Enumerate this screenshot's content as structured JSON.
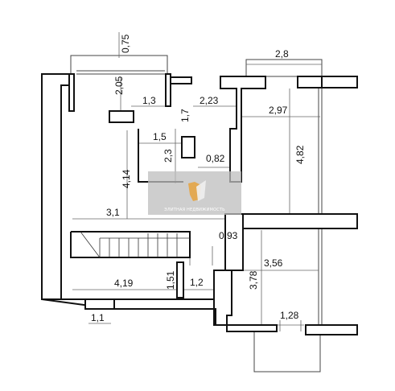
{
  "plan": {
    "dimensions": {
      "top_balcony_depth": "0,75",
      "top_balcony_width": "2,8",
      "left_bay_depth": "2,05",
      "left_bay_width": "1,3",
      "bath_width": "2,23",
      "bath_small": "1,7",
      "right_room_width": "2,97",
      "right_room_depth": "4,82",
      "hall_width": "1,5",
      "hall_depth": "2,3",
      "closet_width": "0,82",
      "left_room_depth": "4,14",
      "left_room_width": "3,1",
      "corridor_width": "0,93",
      "lower_room_width": "3,56",
      "lower_room_depth": "3,78",
      "bottom_left_width": "4,19",
      "bottom_small_depth": "1,51",
      "bottom_small_width": "1,2",
      "bottom_door_width": "1,1",
      "bottom_balcony_width": "1,28"
    },
    "watermark": {
      "text": "ЭЛИТНАЯ НЕДВИЖИМОСТЬ"
    }
  }
}
